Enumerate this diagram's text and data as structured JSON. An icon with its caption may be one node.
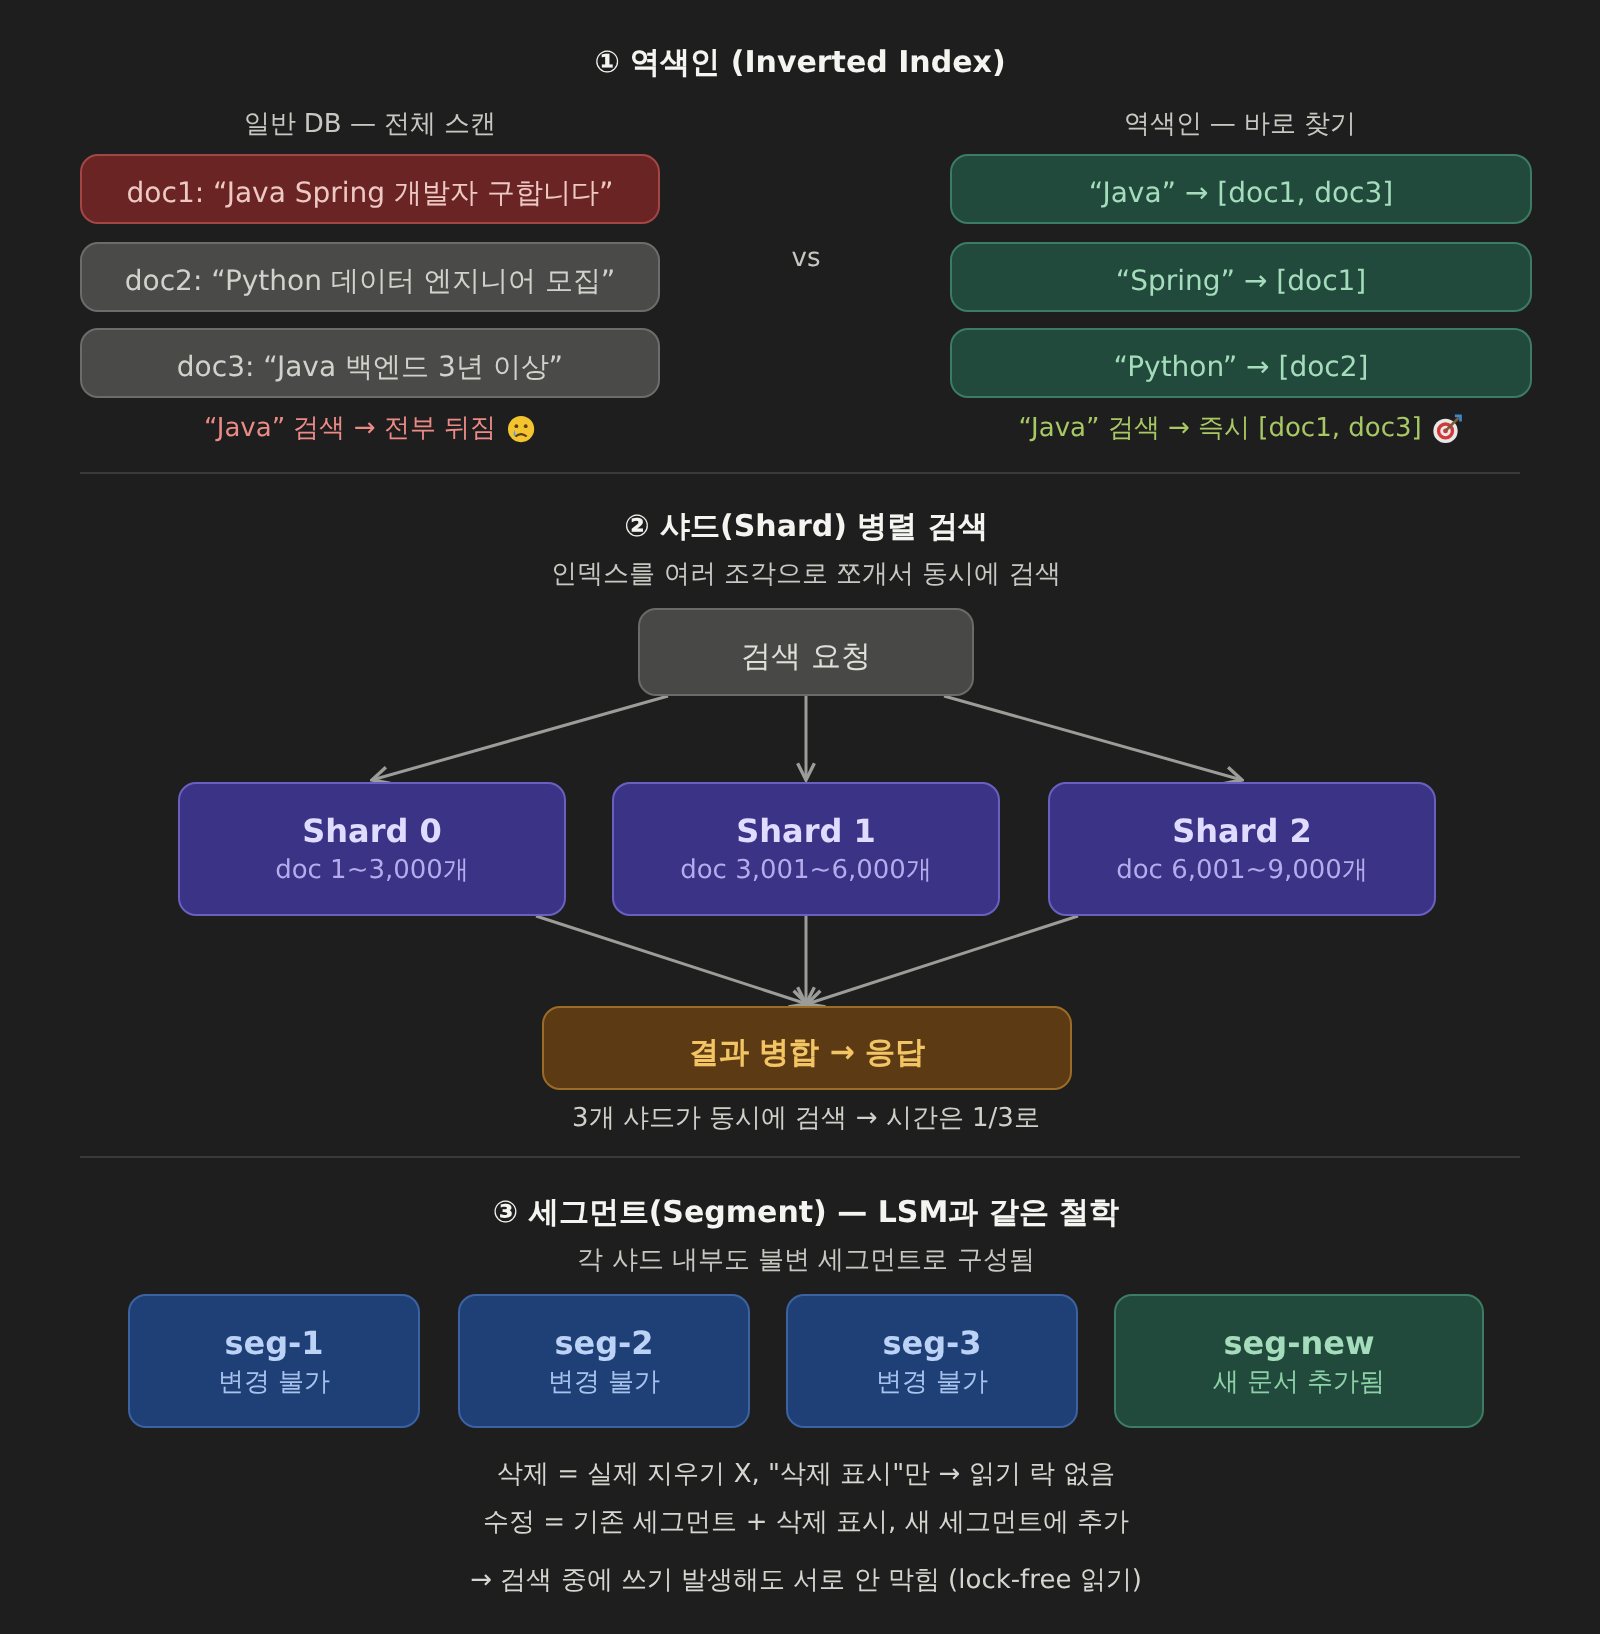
{
  "diagram": {
    "nodes": [
      {
        "text": [
          "doc1: “Java Spring 개발자 구합니다”"
        ]
      },
      {
        "text": [
          "doc2: “Python 데이터 엔지니어 모집”"
        ]
      },
      {
        "text": [
          "doc3: “Java 백엔드 3년 이상”"
        ]
      },
      {
        "text": [
          "“Java” → [doc1, doc3]"
        ]
      },
      {
        "text": [
          "“Spring” → [doc1]"
        ]
      },
      {
        "text": [
          "“Python” → [doc2]"
        ]
      },
      {
        "text": [
          "검색 요청"
        ]
      },
      {
        "text": [
          "Shard 0",
          "doc 1~3,000개"
        ]
      },
      {
        "text": [
          "Shard 1",
          "doc 3,001~6,000개"
        ]
      },
      {
        "text": [
          "Shard 2",
          "doc 6,001~9,000개"
        ]
      },
      {
        "text": [
          "결과 병합 → 응답"
        ]
      },
      {
        "text": [
          "seg-1",
          "변경 불가"
        ]
      },
      {
        "text": [
          "seg-2",
          "변경 불가"
        ]
      },
      {
        "text": [
          "seg-3",
          "변경 불가"
        ]
      },
      {
        "text": [
          "seg-new",
          "새 문서 추가됨"
        ]
      }
    ],
    "edges": [
      {
        "from": 6,
        "to": 7,
        "arrow": "to"
      },
      {
        "from": 6,
        "to": 8,
        "arrow": "to"
      },
      {
        "from": 6,
        "to": 9,
        "arrow": "to"
      },
      {
        "from": 7,
        "to": 10,
        "arrow": "to"
      },
      {
        "from": 8,
        "to": 10,
        "arrow": "to"
      },
      {
        "from": 9,
        "to": 10,
        "arrow": "to"
      }
    ],
    "labels": [
      "① 역색인 (Inverted Index)",
      "일반 DB — 전체 스캔",
      "역색인 — 바로 찾기",
      "vs",
      "“Java” 검색 → 전부 뒤짐",
      "“Java” 검색 → 즉시 [doc1, doc3]",
      "② 샤드(Shard) 병렬 검색",
      "인덱스를 여러 조각으로 쪼개서 동시에 검색",
      "3개 샤드가 동시에 검색 → 시간은 1/3로",
      "③ 세그먼트(Segment) — LSM과 같은 철학",
      "각 샤드 내부도 불변 세그먼트로 구성됨",
      "삭제 = 실제 지우기 X, \"삭제 표시\"만 → 읽기 락 없음",
      "수정 = 기존 세그먼트 + 삭제 표시, 새 세그먼트에 추가",
      "→ 검색 중에 쓰기 발생해도 서로 안 막힘 (lock-free 읽기)"
    ]
  }
}
